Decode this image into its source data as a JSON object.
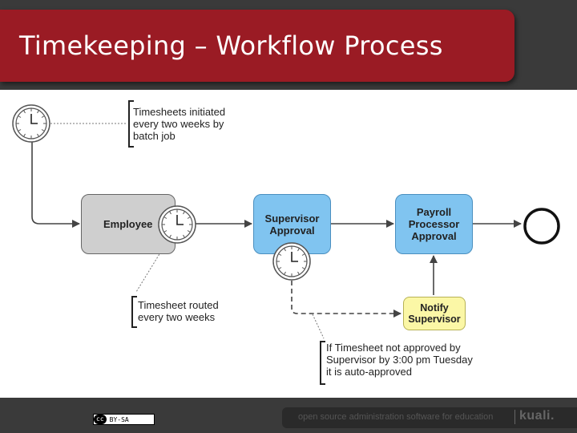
{
  "slide": {
    "title": "Timekeeping – Workflow Process"
  },
  "diagram": {
    "nodes": {
      "employee": "Employee",
      "supervisor": "Supervisor\nApproval",
      "payroll": "Payroll\nProcessor\nApproval",
      "notify": "Notify\nSupervisor"
    },
    "annotations": {
      "initiated": "Timesheets initiated\nevery two weeks by\nbatch job",
      "routed": "Timesheet routed\nevery two weeks",
      "auto_approve": "If Timesheet not approved by\nSupervisor by 3:00 pm Tuesday\nit is auto-approved"
    }
  },
  "footer": {
    "license": "BY-SA",
    "license_badge": "cc",
    "tagline": "open source administration software for education",
    "brand": "kuali."
  },
  "icons": [
    "clock-icon",
    "end-event-circle-icon",
    "creative-commons-icon"
  ],
  "colors": {
    "title_bar": "#9a1b24",
    "approval_box": "#80c4f0",
    "notify_box": "#fbf7a6",
    "employee_box": "#cfcfcf"
  }
}
